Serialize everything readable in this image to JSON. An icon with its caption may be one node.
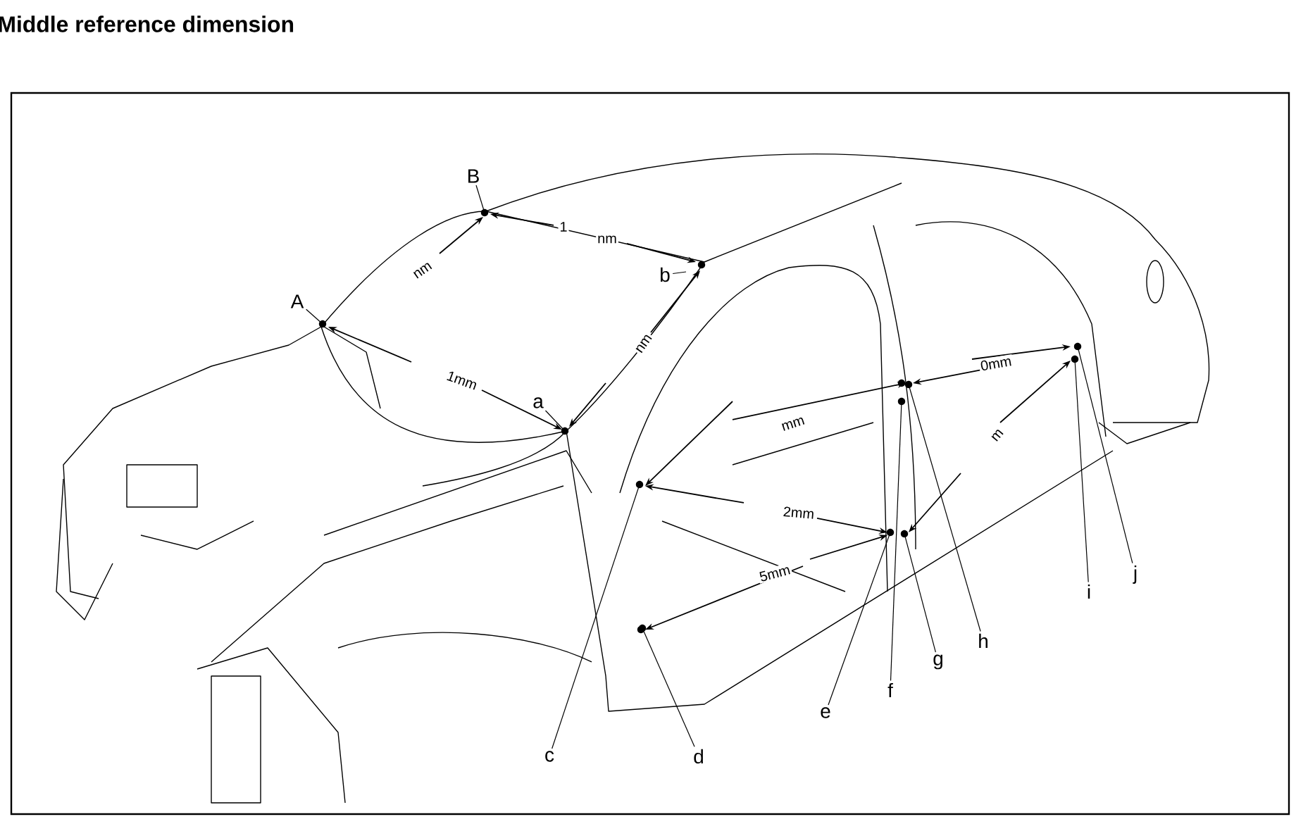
{
  "diagram": {
    "title": "Middle reference dimension",
    "nodes": [
      {
        "text": [
          "A"
        ]
      },
      {
        "text": [
          "B"
        ]
      },
      {
        "text": [
          "a"
        ]
      },
      {
        "text": [
          "b"
        ]
      },
      {
        "text": [
          "c"
        ]
      },
      {
        "text": [
          "d"
        ]
      },
      {
        "text": [
          "e"
        ]
      },
      {
        "text": [
          "f"
        ]
      },
      {
        "text": [
          "g"
        ]
      },
      {
        "text": [
          "h"
        ]
      },
      {
        "text": [
          "i"
        ]
      },
      {
        "text": [
          "j"
        ]
      }
    ],
    "edges": [
      {
        "from": 0,
        "to": null,
        "arrow": "none"
      },
      {
        "from": 1,
        "to": null,
        "arrow": "none"
      },
      {
        "from": 2,
        "to": null,
        "arrow": "none"
      },
      {
        "from": 3,
        "to": null,
        "arrow": "none"
      },
      {
        "from": 4,
        "to": null,
        "arrow": "none"
      },
      {
        "from": 5,
        "to": null,
        "arrow": "none"
      },
      {
        "from": 6,
        "to": null,
        "arrow": "none"
      },
      {
        "from": 7,
        "to": null,
        "arrow": "none"
      },
      {
        "from": 8,
        "to": null,
        "arrow": "none"
      },
      {
        "from": 9,
        "to": null,
        "arrow": "none"
      },
      {
        "from": 10,
        "to": null,
        "arrow": "none"
      },
      {
        "from": 11,
        "to": null,
        "arrow": "none"
      }
    ],
    "labels": [
      "1",
      "nm",
      "nm",
      "nm",
      "1mm",
      "mm",
      "0mm",
      "m",
      "2mm",
      "5mm"
    ]
  }
}
